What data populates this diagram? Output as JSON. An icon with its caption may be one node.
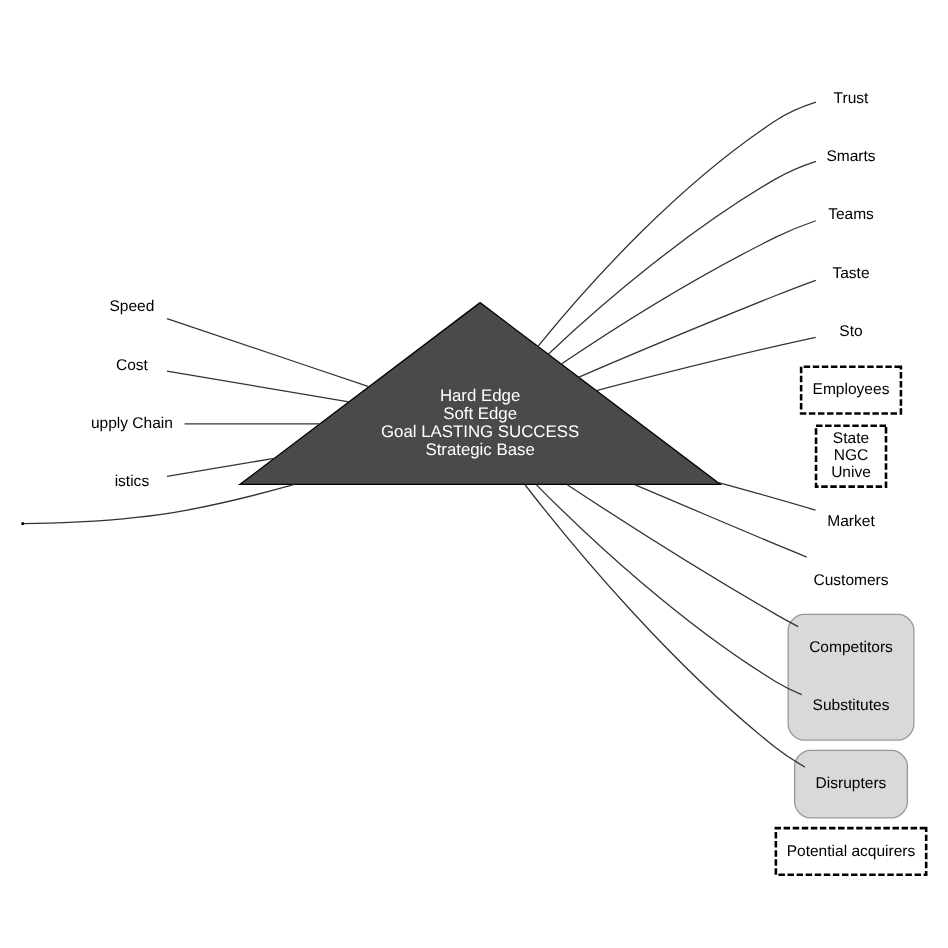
{
  "diagram": {
    "nodes": [
      {
        "text": [
          "Hard Edge",
          "Soft Edge",
          "Goal LASTING SUCCESS",
          "Strategic Base"
        ]
      },
      {
        "text": [
          "Speed"
        ]
      },
      {
        "text": [
          "Cost"
        ]
      },
      {
        "text": [
          "upply Chain"
        ]
      },
      {
        "text": [
          "istics"
        ]
      },
      {
        "text": [
          "Trust"
        ]
      },
      {
        "text": [
          "Smarts"
        ]
      },
      {
        "text": [
          "Teams"
        ]
      },
      {
        "text": [
          "Taste"
        ]
      },
      {
        "text": [
          "Sto"
        ]
      },
      {
        "text": [
          "Employees"
        ]
      },
      {
        "text": [
          "State",
          "NGC",
          "Unive"
        ]
      },
      {
        "text": [
          "Market"
        ]
      },
      {
        "text": [
          "Customers"
        ]
      },
      {
        "text": [],
        "shape": "ellipse"
      },
      {
        "text": [
          "Competitors"
        ],
        "in": 14
      },
      {
        "text": [
          "Substitutes"
        ],
        "in": 14
      },
      {
        "text": [],
        "shape": "ellipse"
      },
      {
        "text": [
          "Disrupters"
        ],
        "in": 17
      },
      {
        "text": [
          "Potential acquirers"
        ]
      }
    ],
    "edges": [
      {
        "from": 1,
        "to": 0,
        "arrow": "none"
      },
      {
        "from": 2,
        "to": 0,
        "arrow": "none"
      },
      {
        "from": 3,
        "to": 0,
        "arrow": "none"
      },
      {
        "from": 4,
        "to": 0,
        "arrow": "none"
      },
      {
        "from": null,
        "to": 0,
        "arrow": "none"
      },
      {
        "from": 5,
        "to": 0,
        "arrow": "none"
      },
      {
        "from": 6,
        "to": 0,
        "arrow": "none"
      },
      {
        "from": 7,
        "to": 0,
        "arrow": "none"
      },
      {
        "from": 8,
        "to": 0,
        "arrow": "none"
      },
      {
        "from": 9,
        "to": 0,
        "arrow": "none"
      },
      {
        "from": 12,
        "to": 0,
        "arrow": "none"
      },
      {
        "from": 13,
        "to": 0,
        "arrow": "none"
      },
      {
        "from": 15,
        "to": 0,
        "arrow": "none"
      },
      {
        "from": 16,
        "to": 0,
        "arrow": "none"
      },
      {
        "from": 18,
        "to": 0,
        "arrow": "none"
      }
    ]
  }
}
